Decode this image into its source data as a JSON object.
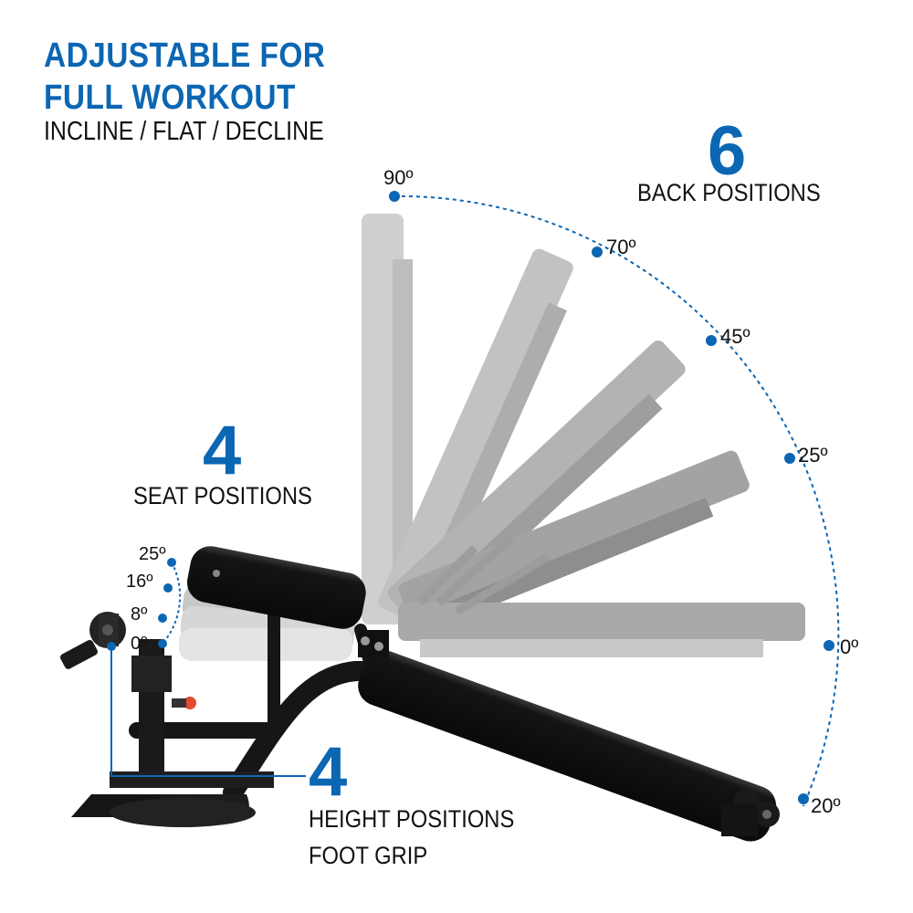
{
  "headline": {
    "line1": "ADJUSTABLE FOR",
    "line2": "FULL WORKOUT",
    "sub": "INCLINE / FLAT / DECLINE"
  },
  "back": {
    "count": "6",
    "label": "BACK POSITIONS",
    "angles": [
      "90º",
      "70º",
      "45º",
      "25º",
      "0º",
      "20º"
    ]
  },
  "seat": {
    "count": "4",
    "label": "SEAT POSITIONS",
    "angles": [
      "25º",
      "16º",
      "8º",
      "0º"
    ]
  },
  "height": {
    "count": "4",
    "label": "HEIGHT POSITIONS",
    "sub": "FOOT GRIP"
  },
  "colors": {
    "accent": "#0b66b3",
    "bench": "#141414",
    "ghost": "#8a8a8a"
  }
}
